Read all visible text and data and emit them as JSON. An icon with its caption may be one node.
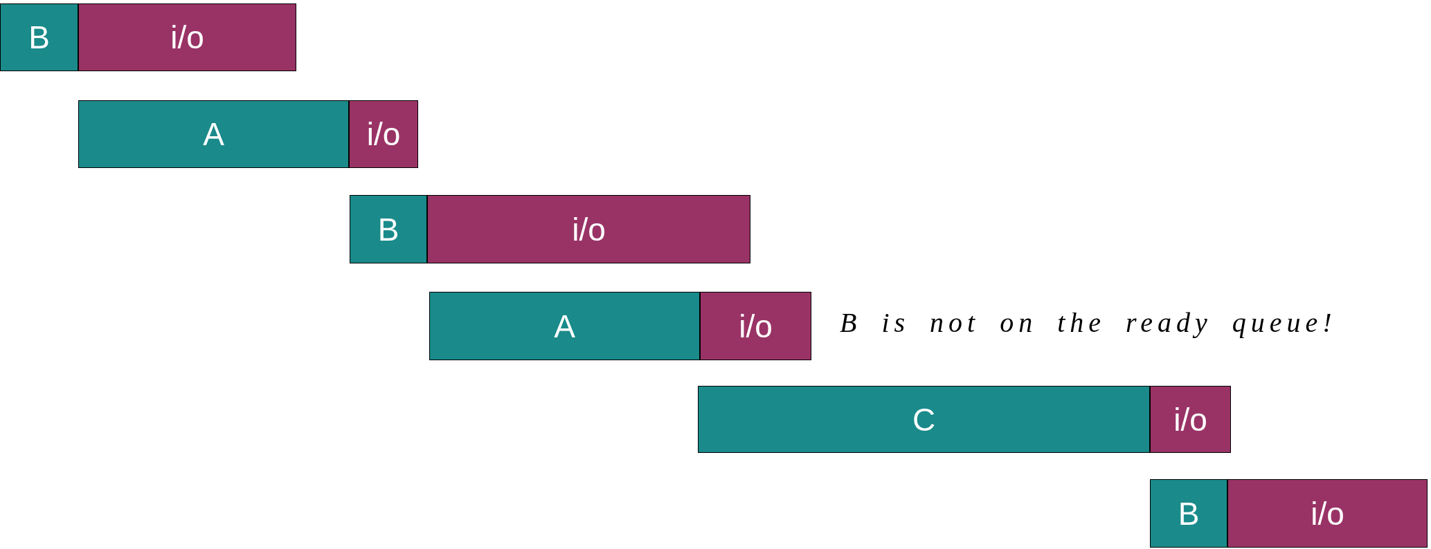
{
  "diagram": {
    "nodes": [
      {
        "text": [
          "B"
        ]
      },
      {
        "text": [
          "i/o"
        ]
      },
      {
        "text": [
          "A"
        ]
      },
      {
        "text": [
          "i/o"
        ]
      },
      {
        "text": [
          "B"
        ]
      },
      {
        "text": [
          "i/o"
        ]
      },
      {
        "text": [
          "A"
        ]
      },
      {
        "text": [
          "i/o"
        ]
      },
      {
        "text": [
          "C"
        ]
      },
      {
        "text": [
          "i/o"
        ]
      },
      {
        "text": [
          "B"
        ]
      },
      {
        "text": [
          "i/o"
        ]
      }
    ],
    "labels": [
      "B is not on the ready queue!"
    ]
  }
}
